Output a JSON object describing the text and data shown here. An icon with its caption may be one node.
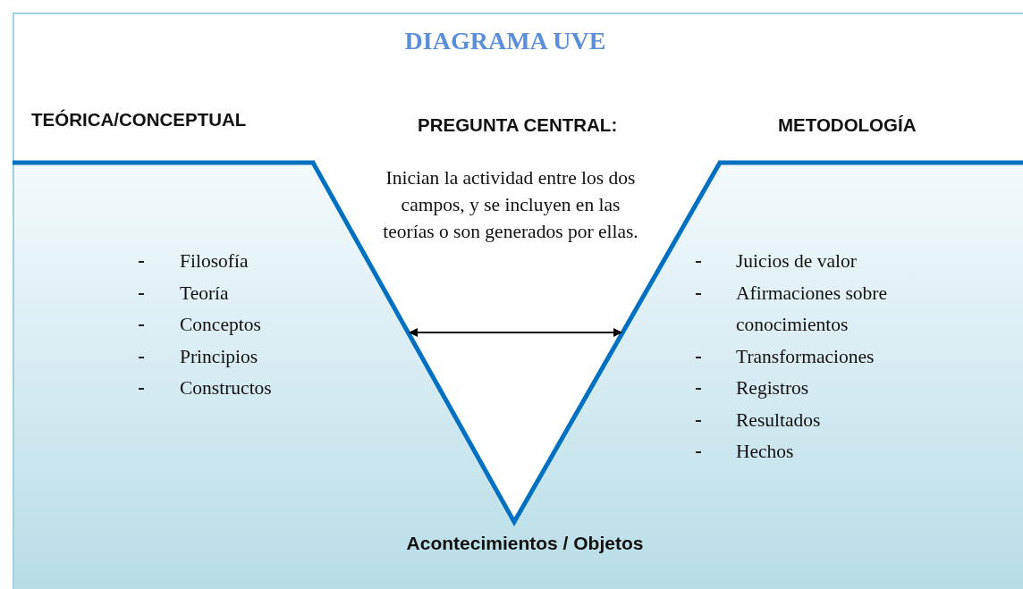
{
  "diagram": {
    "title": "DIAGRAMA UVE",
    "nodes": [
      {
        "text": [
          "TEÓRICA/CONCEPTUAL",
          "Filosofía",
          "Teoría",
          "Conceptos",
          "Principios",
          "Constructos"
        ]
      },
      {
        "text": [
          "PREGUNTA CENTRAL:",
          "Inician la actividad entre los dos campos, y se incluyen en las teorías o son generados por ellas."
        ]
      },
      {
        "text": [
          "METODOLOGÍA",
          "Juicios de valor",
          "Afirmaciones sobre conocimientos",
          "Transformaciones",
          "Registros",
          "Resultados",
          "Hechos"
        ]
      }
    ],
    "labels": [
      "Acontecimientos / Objetos"
    ]
  }
}
